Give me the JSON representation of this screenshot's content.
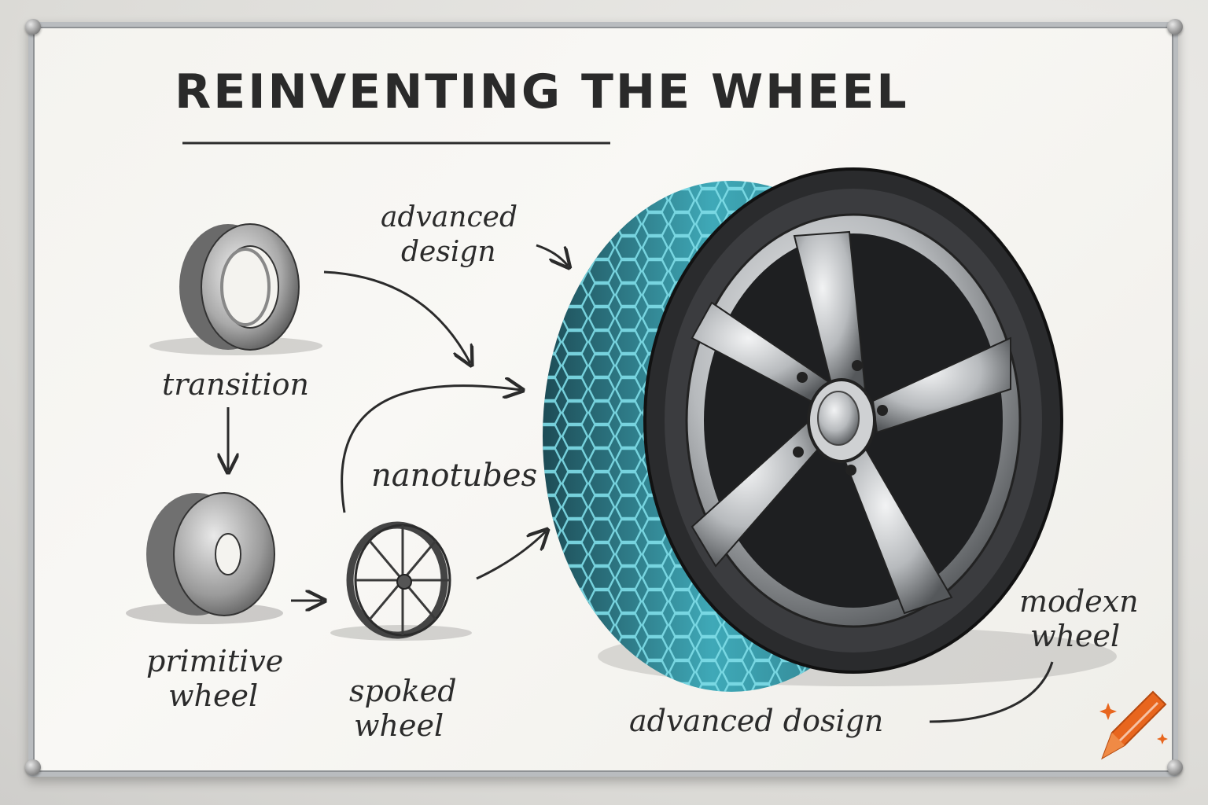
{
  "title": "REINVENTING THE WHEEL",
  "labels": {
    "advanced_design_top_1": "advanced",
    "advanced_design_top_2": "design",
    "transition": "transition",
    "nanotubes": "nanotubes",
    "primitive_1": "primitive",
    "primitive_2": "wheel",
    "spoked_1": "spoked",
    "spoked_2": "wheel",
    "modern_1": "modexn",
    "modern_2": "wheel",
    "advanced_design_bottom": "advanced dosign"
  },
  "colors": {
    "ink": "#2b2b2b",
    "tread_teal": "#3fa9b8",
    "tread_dark": "#1f4e58",
    "rim_silver": "#b7babd",
    "board": "#f6f5f1",
    "logo_orange": "#e8661e"
  },
  "icons": [
    "ring-wheel-icon",
    "solid-wheel-icon",
    "spoked-wheel-icon",
    "modern-wheel-icon",
    "crayon-logo-icon"
  ]
}
